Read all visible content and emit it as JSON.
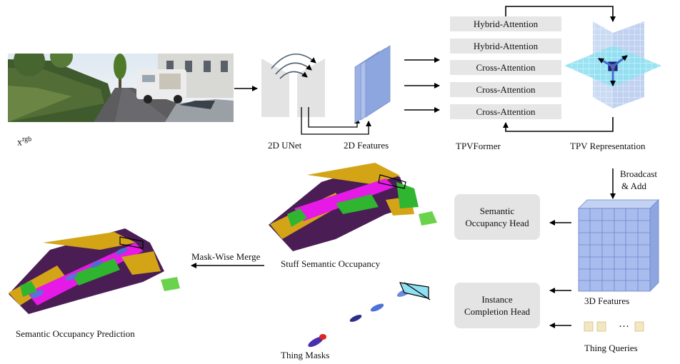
{
  "input": {
    "label": "x",
    "superscript": "rgb"
  },
  "encoder": {
    "unet_label": "2D UNet",
    "features_label": "2D Features"
  },
  "tpvformer": {
    "label": "TPVFormer",
    "layers": [
      "Hybrid-Attention",
      "Hybrid-Attention",
      "Cross-Attention",
      "Cross-Attention",
      "Cross-Attention"
    ]
  },
  "tpv": {
    "label": "TPV Representation",
    "broadcast_line1": "Broadcast",
    "broadcast_line2": "& Add"
  },
  "heads": {
    "semantic_line1": "Semantic",
    "semantic_line2": "Occupancy Head",
    "instance_line1": "Instance",
    "instance_line2": "Completion Head"
  },
  "features3d": {
    "label": "3D Features"
  },
  "queries": {
    "label": "Thing Queries",
    "ellipsis": "…"
  },
  "stuff": {
    "label": "Stuff Semantic Occupancy"
  },
  "merge": {
    "label": "Mask-Wise Merge"
  },
  "prediction": {
    "label": "Semantic Occupancy Prediction"
  },
  "thing_masks": {
    "label": "Thing Masks"
  },
  "colors": {
    "magenta_road": "#e619e6",
    "purple_ground": "#4a1d55",
    "green_vegetation": "#2fb52f",
    "yellow_terrain": "#d4a417",
    "cyan_plane": "#8fe0f2",
    "blue_cube": "#8fa7e6"
  }
}
